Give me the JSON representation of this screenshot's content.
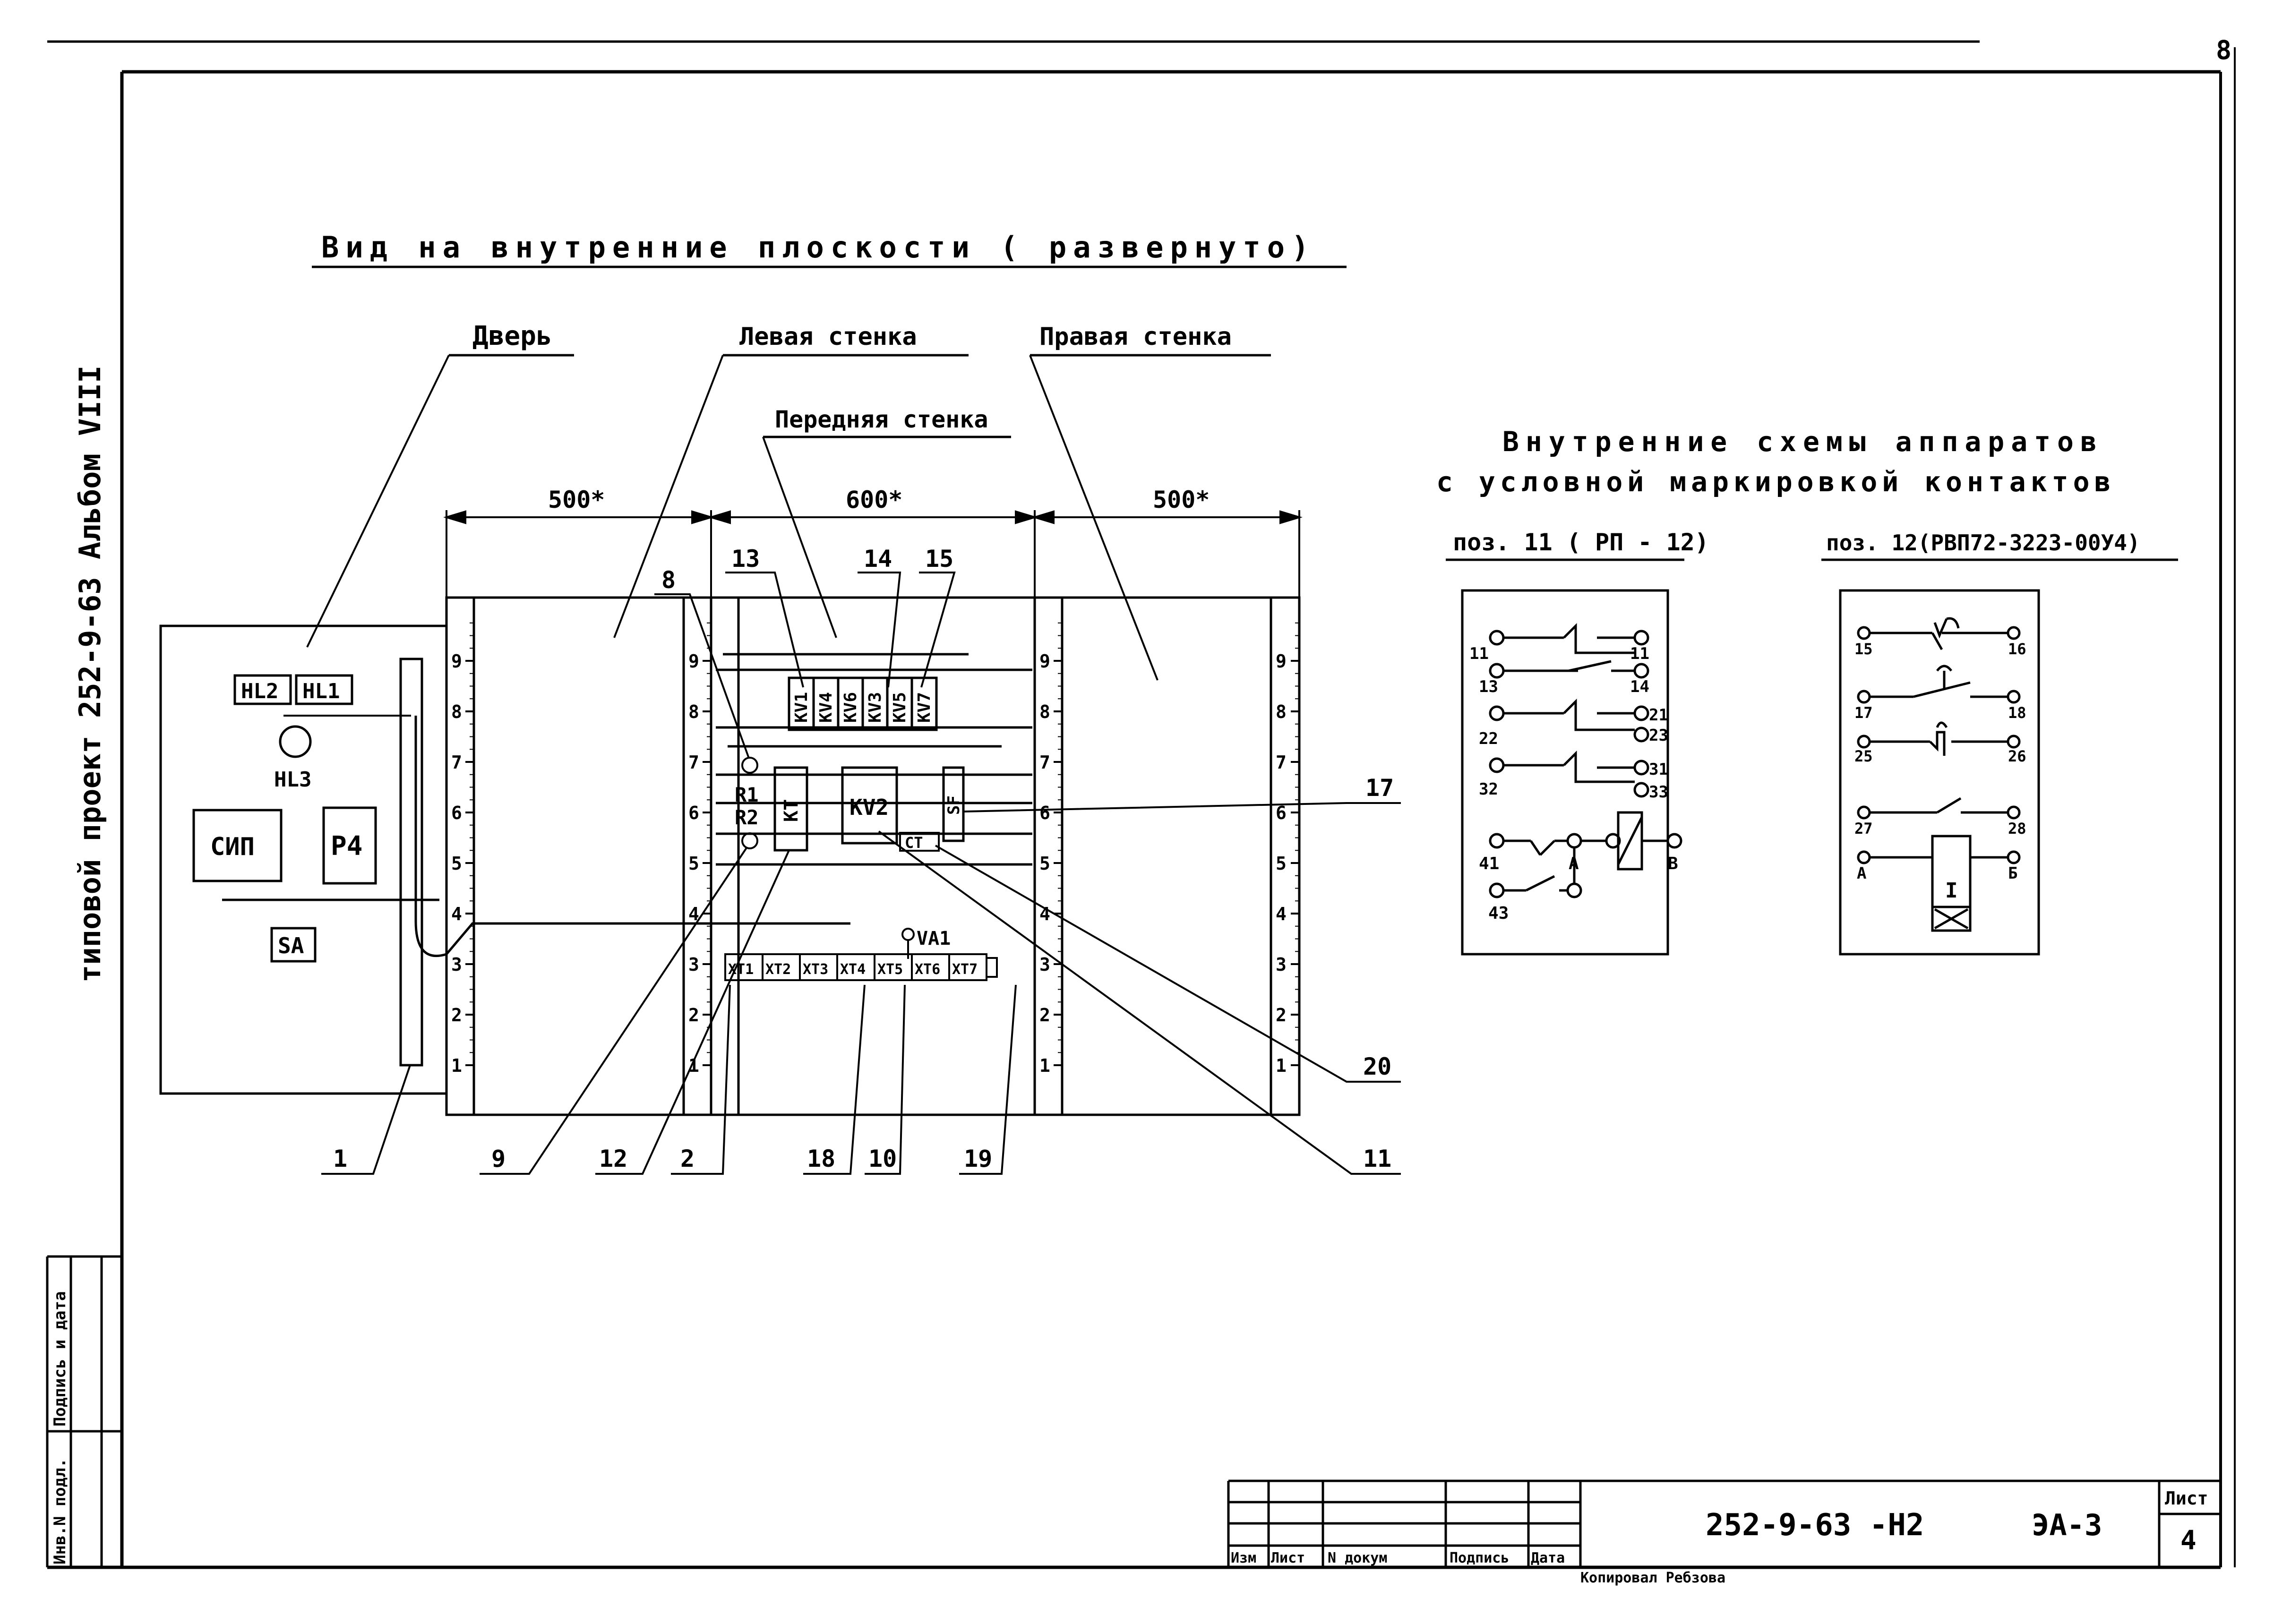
{
  "sheet_corner_mark": "8",
  "margin_text": "типовой проект 252-9-63 Альбом VIII",
  "main_title": "Вид на внутренние плоскости ( развернуто)",
  "panel_labels": {
    "door": "Дверь",
    "left_wall": "Левая стенка",
    "right_wall": "Правая стенка",
    "front_wall": "Передняя стенка"
  },
  "dimensions": {
    "left": "500*",
    "center": "600*",
    "right": "500*"
  },
  "scale_ticks": [
    "1",
    "2",
    "3",
    "4",
    "5",
    "6",
    "7",
    "8",
    "9"
  ],
  "door_devices": {
    "hl2": "HL2",
    "hl1": "HL1",
    "hl3": "HL3",
    "sip": "СИП",
    "p4": "P4",
    "sa": "SA"
  },
  "front_devices": {
    "relays_top": [
      "KV1",
      "KV4",
      "KV6",
      "KV3",
      "KV5",
      "KV7"
    ],
    "r1": "R1",
    "r2": "R2",
    "kt": "KT",
    "kv2": "KV2",
    "sf": "SF",
    "ct": "CT",
    "va1": "VA1",
    "terminals": [
      "XT1",
      "XT2",
      "XT3",
      "XT4",
      "XT5",
      "XT6",
      "XT7"
    ]
  },
  "callouts": {
    "c8": "8",
    "c13": "13",
    "c14": "14",
    "c15": "15",
    "c17": "17",
    "c20": "20",
    "c1": "1",
    "c9": "9",
    "c12": "12",
    "c2": "2",
    "c18": "18",
    "c10": "10",
    "c19": "19",
    "c11": "11"
  },
  "schemes": {
    "title_line1": "Внутренние схемы аппаратов",
    "title_line2": "с условной маркировкой контактов",
    "pos11_title": "поз. 11 ( РП - 12)",
    "pos12_title": "поз. 12(РВП72-3223-00У4)",
    "pos11_labels": {
      "l11": "11",
      "r11": "11",
      "l13": "13",
      "r14": "14",
      "l22": "22",
      "r21": "21",
      "r23": "23",
      "l32": "32",
      "r31": "31",
      "r33": "33",
      "l41": "41",
      "a": "A",
      "b": "B",
      "l43": "43"
    },
    "pos12_labels": {
      "l15": "15",
      "r16": "16",
      "l17": "17",
      "r18": "18",
      "l25": "25",
      "r26": "26",
      "l27": "27",
      "r28": "28",
      "a": "A",
      "b": "Б",
      "coil": "I"
    }
  },
  "title_block": {
    "code": "252-9-63 -Н2",
    "sheet_code": "ЭА-3",
    "list_label": "Лист",
    "list_number": "4",
    "columns": [
      "Изм",
      "Лист",
      "N докум",
      "Подпись",
      "Дата"
    ],
    "copied_by": "Копировал Ребзова"
  },
  "stamp": {
    "col1": "Инв.N подл.",
    "col2": "Подпись и дата"
  }
}
